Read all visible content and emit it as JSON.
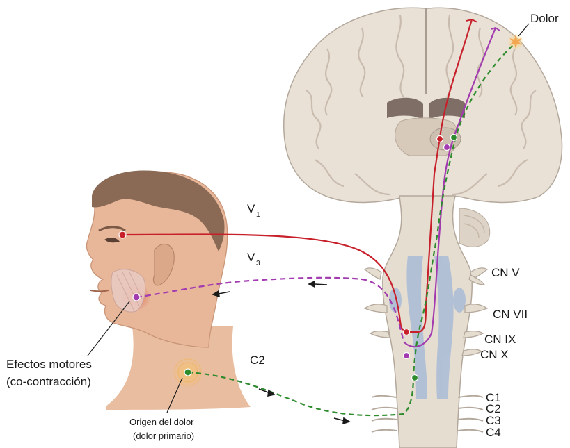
{
  "labels": {
    "pain_site": "Dolor",
    "v1": "V",
    "v1_sub": "1",
    "v3": "V",
    "v3_sub": "3",
    "c2_nerve": "C2",
    "motor_effects_line1": "Efectos motores",
    "motor_effects_line2": "(co-contracción)",
    "origin_line1": "Origen del dolor",
    "origin_line2": "(dolor primario)"
  },
  "cranial_nerves": [
    "CN V",
    "CN VII",
    "CN IX",
    "CN X"
  ],
  "cervical_nerves": [
    "C1",
    "C2",
    "C3",
    "C4"
  ],
  "colors": {
    "v1_pathway": "#c8202a",
    "v3_pathway": "#a23ab0",
    "c2_pathway": "#2e8b2e",
    "brain_tissue": "#e9e1d6",
    "ventricle": "#7e6e66",
    "skin": "#e8b79a",
    "hair": "#8a6a55"
  }
}
